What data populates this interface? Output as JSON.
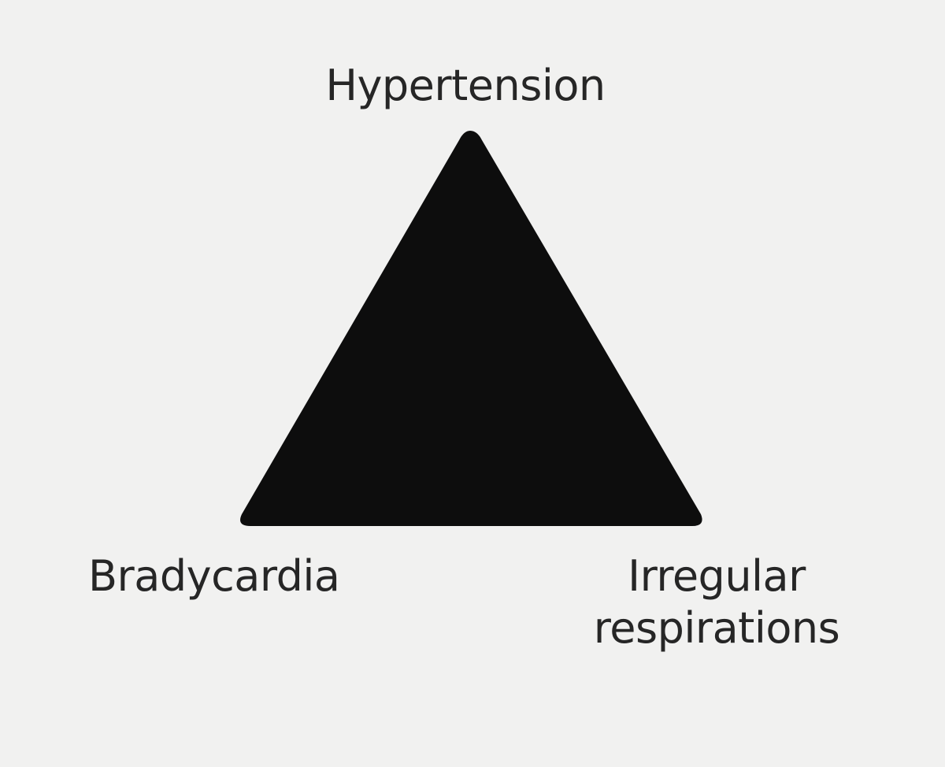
{
  "diagram": {
    "shape": "triangle",
    "fill_color": "#0d0d0d",
    "background_color": "#f1f1f0",
    "labels": {
      "top": "Hypertension",
      "bottom_left": "Bradycardia",
      "bottom_right_line1": "Irregular",
      "bottom_right_line2": "respirations"
    }
  }
}
